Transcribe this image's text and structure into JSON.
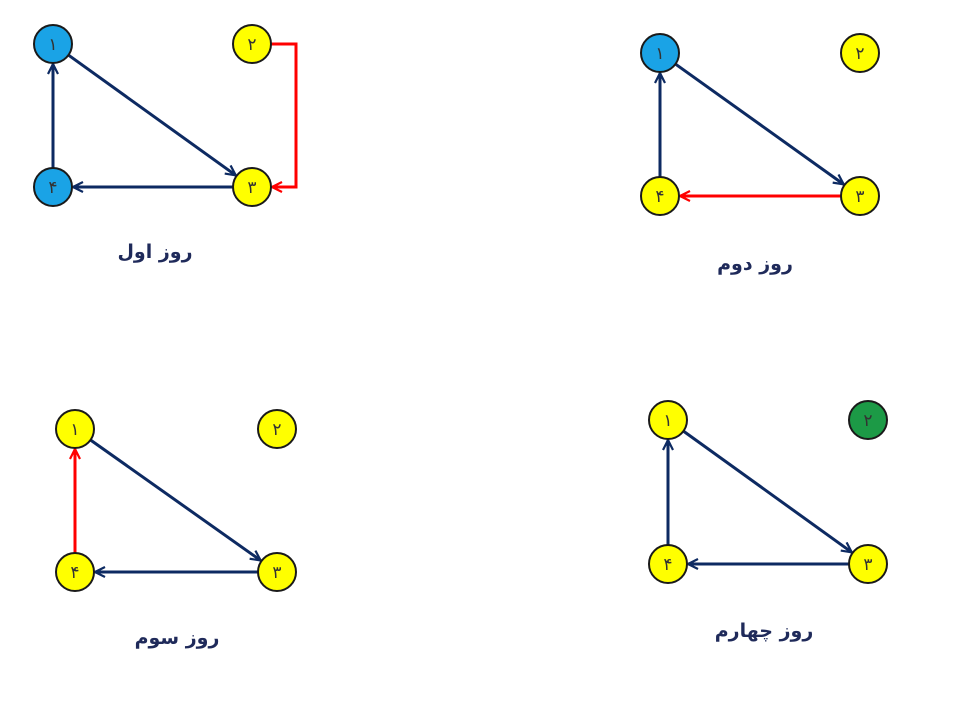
{
  "colors": {
    "edge_default": "#0d2a62",
    "edge_highlight": "#ff0000",
    "node_yellow": "#ffff00",
    "node_blue": "#1aa3e6",
    "node_green": "#1c9a46",
    "node_stroke": "#1a1a1a"
  },
  "panels": [
    {
      "caption": "روز اول",
      "nodes": [
        {
          "id": "1",
          "label": "۱",
          "color": "blue"
        },
        {
          "id": "2",
          "label": "۲",
          "color": "yellow"
        },
        {
          "id": "3",
          "label": "۳",
          "color": "yellow"
        },
        {
          "id": "4",
          "label": "۴",
          "color": "blue"
        }
      ],
      "edges": [
        {
          "from": "1",
          "to": "3",
          "highlight": false
        },
        {
          "from": "3",
          "to": "4",
          "highlight": false
        },
        {
          "from": "4",
          "to": "1",
          "highlight": false
        },
        {
          "from": "2",
          "to": "3",
          "highlight": true,
          "style": "elbow"
        }
      ]
    },
    {
      "caption": "روز دوم",
      "nodes": [
        {
          "id": "1",
          "label": "۱",
          "color": "blue"
        },
        {
          "id": "2",
          "label": "۲",
          "color": "yellow"
        },
        {
          "id": "3",
          "label": "۳",
          "color": "yellow"
        },
        {
          "id": "4",
          "label": "۴",
          "color": "yellow"
        }
      ],
      "edges": [
        {
          "from": "1",
          "to": "3",
          "highlight": false
        },
        {
          "from": "3",
          "to": "4",
          "highlight": true
        },
        {
          "from": "4",
          "to": "1",
          "highlight": false
        }
      ]
    },
    {
      "caption": "روز سوم",
      "nodes": [
        {
          "id": "1",
          "label": "۱",
          "color": "yellow"
        },
        {
          "id": "2",
          "label": "۲",
          "color": "yellow"
        },
        {
          "id": "3",
          "label": "۳",
          "color": "yellow"
        },
        {
          "id": "4",
          "label": "۴",
          "color": "yellow"
        }
      ],
      "edges": [
        {
          "from": "1",
          "to": "3",
          "highlight": false
        },
        {
          "from": "3",
          "to": "4",
          "highlight": false
        },
        {
          "from": "4",
          "to": "1",
          "highlight": true
        }
      ]
    },
    {
      "caption": "روز چهارم",
      "nodes": [
        {
          "id": "1",
          "label": "۱",
          "color": "yellow"
        },
        {
          "id": "2",
          "label": "۲",
          "color": "green"
        },
        {
          "id": "3",
          "label": "۳",
          "color": "yellow"
        },
        {
          "id": "4",
          "label": "۴",
          "color": "yellow"
        }
      ],
      "edges": [
        {
          "from": "1",
          "to": "3",
          "highlight": false
        },
        {
          "from": "3",
          "to": "4",
          "highlight": false
        },
        {
          "from": "4",
          "to": "1",
          "highlight": false
        }
      ]
    }
  ]
}
